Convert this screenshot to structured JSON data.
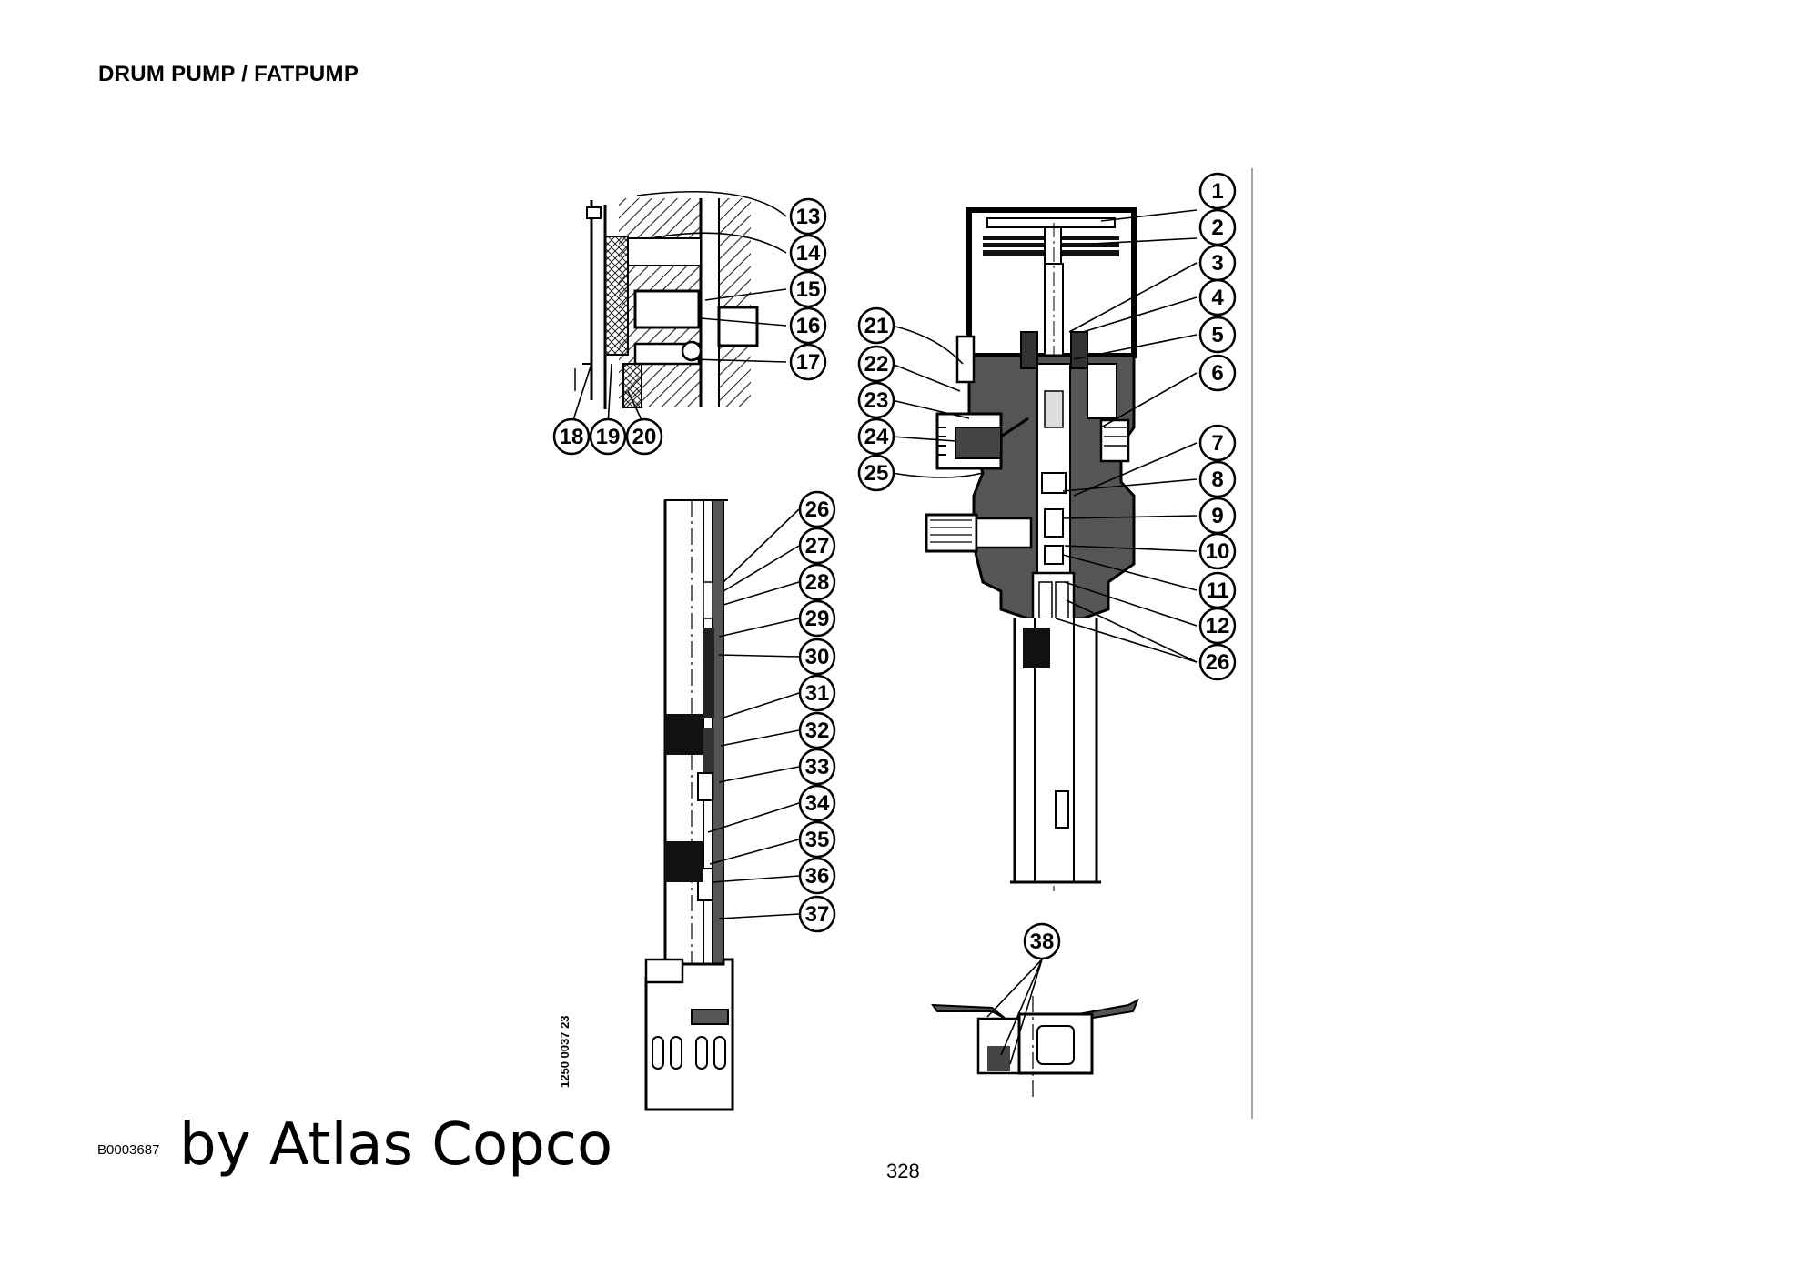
{
  "header": {
    "title": "DRUM PUMP / FATPUMP"
  },
  "footer": {
    "document_code": "B0003687",
    "brand": "by Atlas Copco",
    "page_number": "328"
  },
  "diagram": {
    "drawing_number": "1250 0037 23",
    "callouts": [
      "1",
      "2",
      "3",
      "4",
      "5",
      "6",
      "7",
      "8",
      "9",
      "10",
      "11",
      "12",
      "13",
      "14",
      "15",
      "16",
      "17",
      "18",
      "19",
      "20",
      "21",
      "22",
      "23",
      "24",
      "25",
      "26",
      "27",
      "28",
      "29",
      "30",
      "31",
      "32",
      "33",
      "34",
      "35",
      "36",
      "37",
      "38"
    ]
  }
}
